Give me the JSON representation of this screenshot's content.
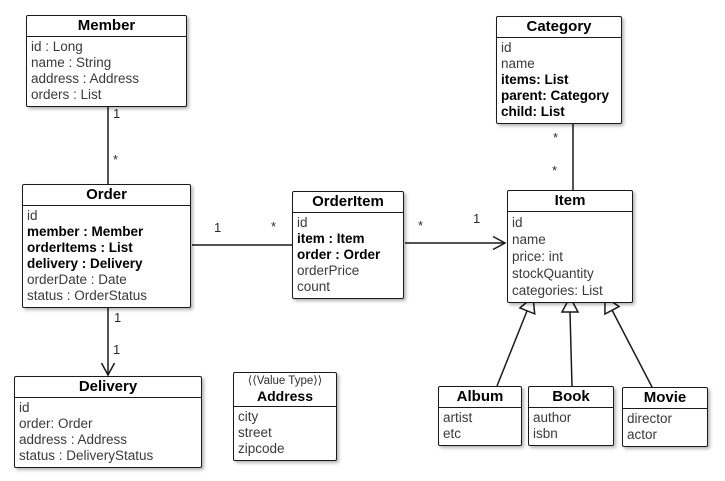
{
  "diagram": {
    "type": "uml-class-diagram",
    "colors": {
      "background": "#ffffff",
      "line": "#1a1a1a",
      "attribute_text": "#3a3a3a",
      "title_text": "#000000"
    },
    "classes": {
      "member": {
        "title": "Member",
        "attrs": [
          "id : Long",
          "name : String",
          "address : Address",
          "orders : List"
        ]
      },
      "order": {
        "title": "Order",
        "attrs": [
          "id",
          "member : Member",
          "orderItems : List",
          "delivery : Delivery",
          "orderDate : Date",
          "status : OrderStatus"
        ]
      },
      "orderItem": {
        "title": "OrderItem",
        "attrs": [
          "id",
          "item : Item",
          "order : Order",
          "orderPrice",
          "count"
        ]
      },
      "category": {
        "title": "Category",
        "attrs": [
          "id",
          "name",
          "items: List",
          "parent: Category",
          "child: List"
        ]
      },
      "item": {
        "title": "Item",
        "attrs": [
          "id",
          "name",
          "price: int",
          "stockQuantity",
          "categories: List"
        ]
      },
      "delivery": {
        "title": "Delivery",
        "attrs": [
          "id",
          "order: Order",
          "address : Address",
          "status : DeliveryStatus"
        ]
      },
      "address": {
        "stereotype": "⟨⟨Value Type⟩⟩",
        "title": "Address",
        "attrs": [
          "city",
          "street",
          "zipcode"
        ]
      },
      "album": {
        "title": "Album",
        "attrs": [
          "artist",
          "etc"
        ]
      },
      "book": {
        "title": "Book",
        "attrs": [
          "author",
          "isbn"
        ]
      },
      "movie": {
        "title": "Movie",
        "attrs": [
          "director",
          "actor"
        ]
      }
    },
    "multiplicities": {
      "member_order_one": "1",
      "member_order_many": "*",
      "order_orderitem_one": "1",
      "order_orderitem_many": "*",
      "orderitem_item_many": "*",
      "orderitem_item_one": "1",
      "category_item_many_upper": "*",
      "category_item_many_lower": "*",
      "order_delivery_one_upper": "1",
      "order_delivery_one_lower": "1"
    }
  }
}
